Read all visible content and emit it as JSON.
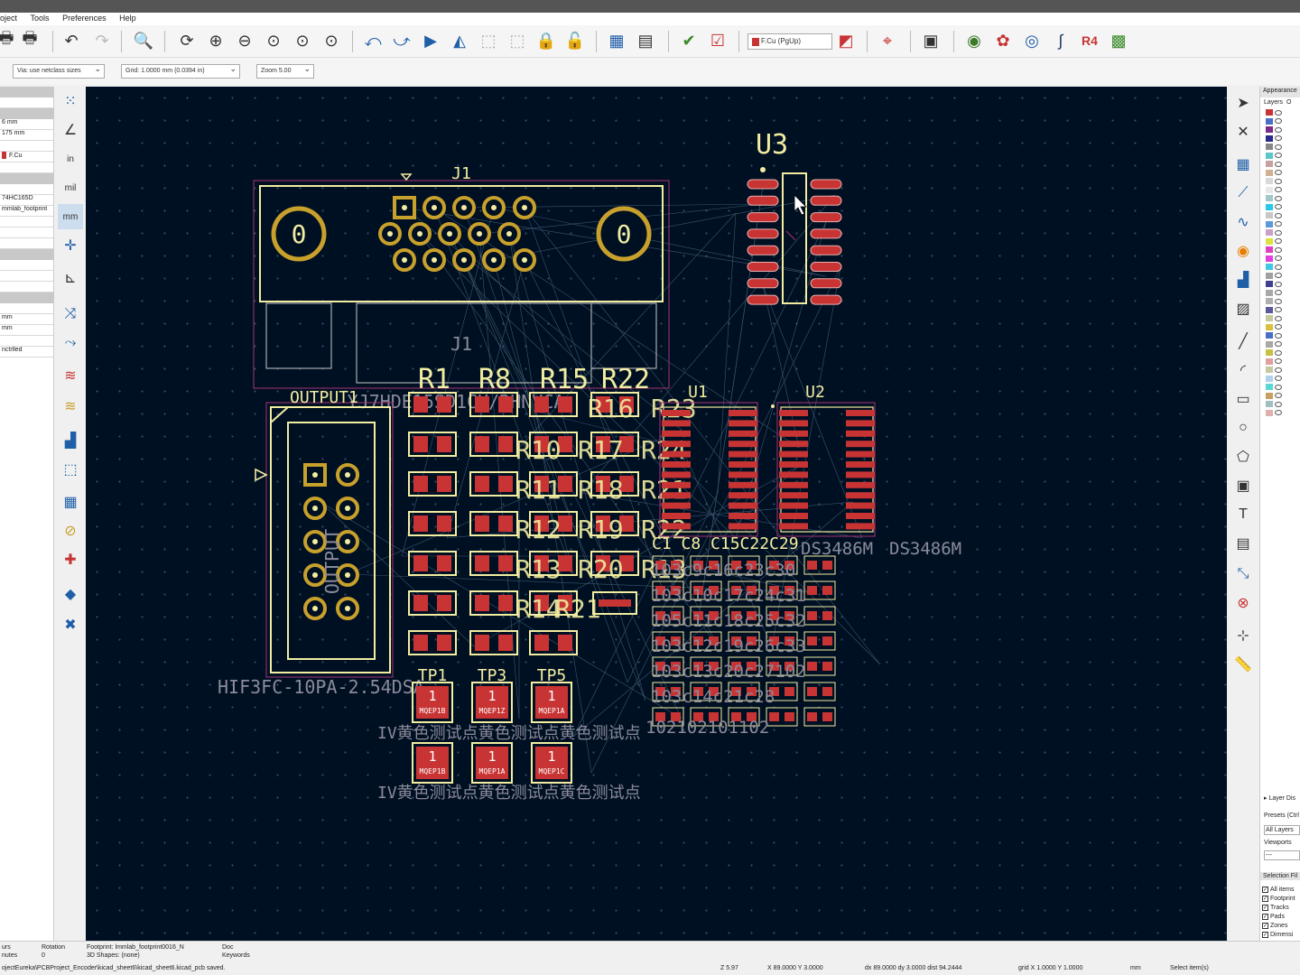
{
  "menu": [
    "oject",
    "Tools",
    "Preferences",
    "Help"
  ],
  "toolbar2": {
    "via_size": "Via: use netclass sizes",
    "grid": "Grid: 1.0000 mm (0.0394 in)",
    "zoom": "Zoom 5.00"
  },
  "layer_selector": "F.Cu (PgUp)",
  "left_panel": {
    "rows": [
      "",
      "",
      "6 mm",
      "175 mm",
      "",
      "F.Cu",
      "",
      "",
      "74HC165D",
      "mmlab_footprint",
      "",
      "",
      "",
      "",
      "",
      "",
      "",
      "mm",
      "mm",
      "",
      "nctrlled"
    ]
  },
  "appearance": {
    "title": "Appearance",
    "tabs": [
      "Layers",
      "O"
    ],
    "layer_display": "▸ Layer Dis",
    "presets_label": "Presets (Ctrl",
    "presets_value": "All Layers",
    "viewports_label": "Viewports",
    "viewports_value": "---",
    "selection_filter": "Selection Fil",
    "filters": [
      "All items",
      "Footprint",
      "Tracks",
      "Pads",
      "Zones",
      "Dimensi"
    ]
  },
  "pcb": {
    "j1_ref": "J1",
    "j1_value": "J1",
    "j1_part": "YJ7HDE15SD1CH/RHNVCA",
    "mount_hole": "0",
    "u3_ref": "U3",
    "u1_ref": "U1",
    "u2_ref": "U2",
    "output_ref": "OUTPUT1",
    "output_silk": "OUTPUT",
    "output_part": "HIF3FC-10PA-2.54DSA",
    "resistor_refs": [
      "R1",
      "R8",
      "R15",
      "R22"
    ],
    "resistor_overlays": [
      "R16",
      "R23",
      "R10",
      "R17",
      "R24",
      "R11",
      "R18",
      "R21",
      "R12",
      "R19",
      "R22",
      "R13",
      "R20",
      "R13",
      "R14",
      "R21"
    ],
    "cap_refs": "C1  C8 C15C22C29",
    "ds_labels": [
      "DS3486M",
      "DS3486M"
    ],
    "cap_value_rows": [
      "103c9c16c23c30",
      "103c10c17c24c31",
      "105c11c18c25c32",
      "103c12c19c26c33",
      "103c13c20c27102",
      "103c14c21c28"
    ],
    "cap_bottom": "102102101102",
    "tp_refs": [
      "TP1",
      "TP3",
      "TP5"
    ],
    "tp_pad": "1",
    "tp_marks": [
      "MQEP1B",
      "MQEP1Z",
      "MQEP1A",
      "MQEP1B",
      "MQEP1A",
      "MQEP1C"
    ],
    "tp_label": "IV黄色测试点黄色测试点黄色测试点",
    "tp_label2": "IV黄色测试点黄色测试点黄色测试点"
  },
  "status": {
    "footprint": "Footprint: lmmlab_footprint0016_N",
    "shape": "3D Shapes: (none)",
    "doc": "Doc",
    "keywords": "Keywords",
    "rotation": "Rotation",
    "rot_value": "0",
    "path": "ojectEureka\\PCBProject_Encoder\\kicad_sheet6\\kicad_sheet6.kicad_pcb  saved.",
    "zoom": "Z 5.97",
    "xy": "X 89.0000  Y 3.0000",
    "dxy": "dx 89.0000  dy 3.0000  dist 94.2444",
    "grid": "grid X 1.0000  Y 1.0000",
    "units": "mm",
    "sel": "Select item(s)",
    "left1": "urs",
    "left2": "nutes"
  },
  "colors": {
    "board_bg": "#001023",
    "silk": "#f2eda1",
    "pad_red": "#c83434",
    "pad_copper": "#c8a02c",
    "fab": "#a83279",
    "rats": "#6b8fa8"
  }
}
